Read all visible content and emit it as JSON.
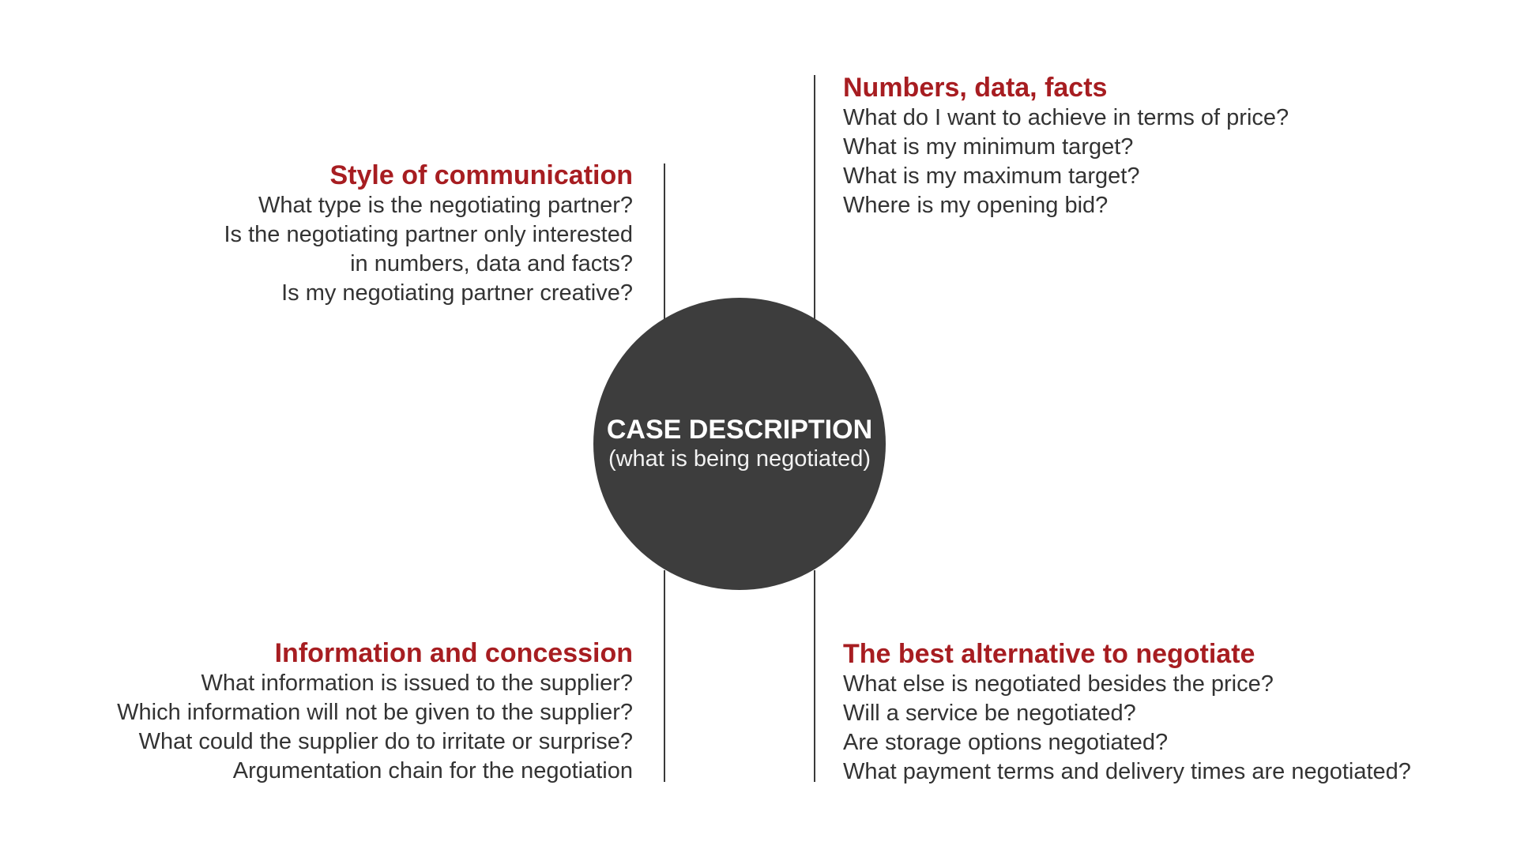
{
  "center": {
    "title": "CASE DESCRIPTION",
    "subtitle": "(what is being negotiated)"
  },
  "colors": {
    "accent": "#a71d21",
    "circle": "#3d3d3d",
    "text": "#333333",
    "line": "#3a3a3a"
  },
  "quadrants": {
    "top_left": {
      "heading": "Style of communication",
      "lines": [
        "What type is the negotiating partner?",
        "Is the negotiating partner only interested",
        "in numbers, data and facts?",
        "Is my negotiating partner creative?"
      ]
    },
    "top_right": {
      "heading": "Numbers, data, facts",
      "lines": [
        "What do I want to achieve in terms of price?",
        "What is my minimum target?",
        "What is my maximum target?",
        "Where is my opening bid?"
      ]
    },
    "bottom_left": {
      "heading": "Information and concession",
      "lines": [
        "What information is issued to the supplier?",
        "Which information will not be given to the supplier?",
        "What could the supplier do to irritate or surprise?",
        "Argumentation chain for the negotiation"
      ]
    },
    "bottom_right": {
      "heading": "The best alternative to negotiate",
      "lines": [
        "What else is negotiated besides the price?",
        "Will a service be negotiated?",
        "Are storage options negotiated?",
        "What payment terms and delivery times are negotiated?"
      ]
    }
  }
}
